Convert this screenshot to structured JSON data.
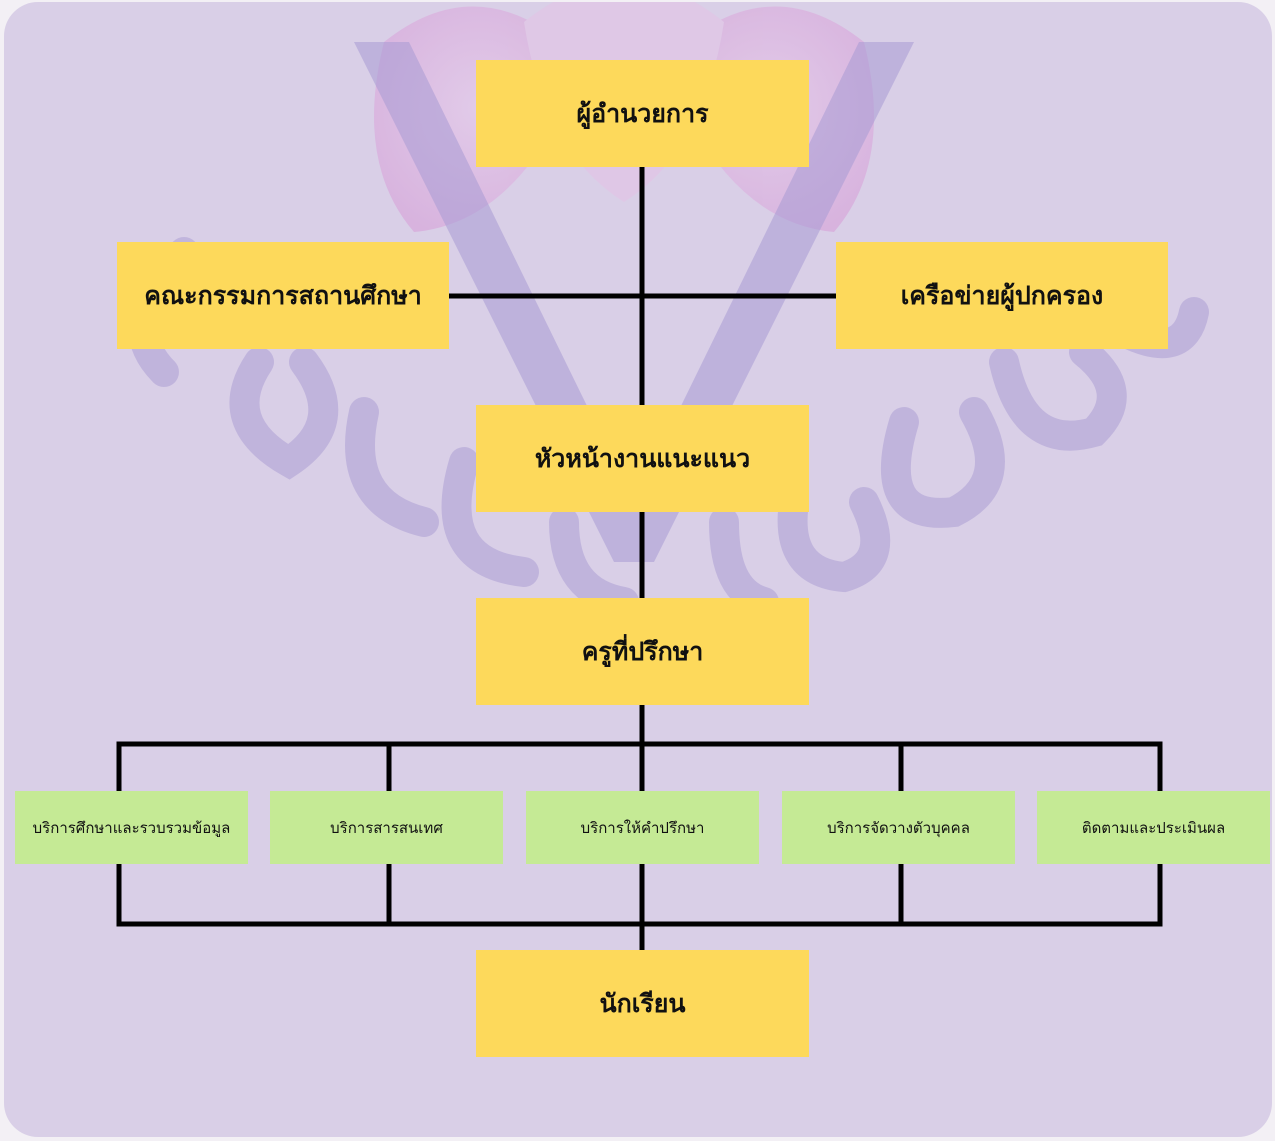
{
  "colors": {
    "background": "#d9cfe7",
    "primary_box": "#fdd95b",
    "service_box": "#c5ea95",
    "connector": "#000000"
  },
  "chart": {
    "director": "ผู้อำนวยการ",
    "school_committee": "คณะกรรมการสถานศึกษา",
    "parent_network": "เครือข่ายผู้ปกครอง",
    "guidance_head": "หัวหน้างานแนะแนว",
    "advisor_teacher": "ครูที่ปรึกษา",
    "services": [
      "บริการศึกษาและรวบรวมข้อมูล",
      "บริการสารสนเทศ",
      "บริการให้คำปรึกษา",
      "บริการจัดวางตัวบุคคล",
      "ติดตามและประเมินผล"
    ],
    "students": "นักเรียน"
  }
}
